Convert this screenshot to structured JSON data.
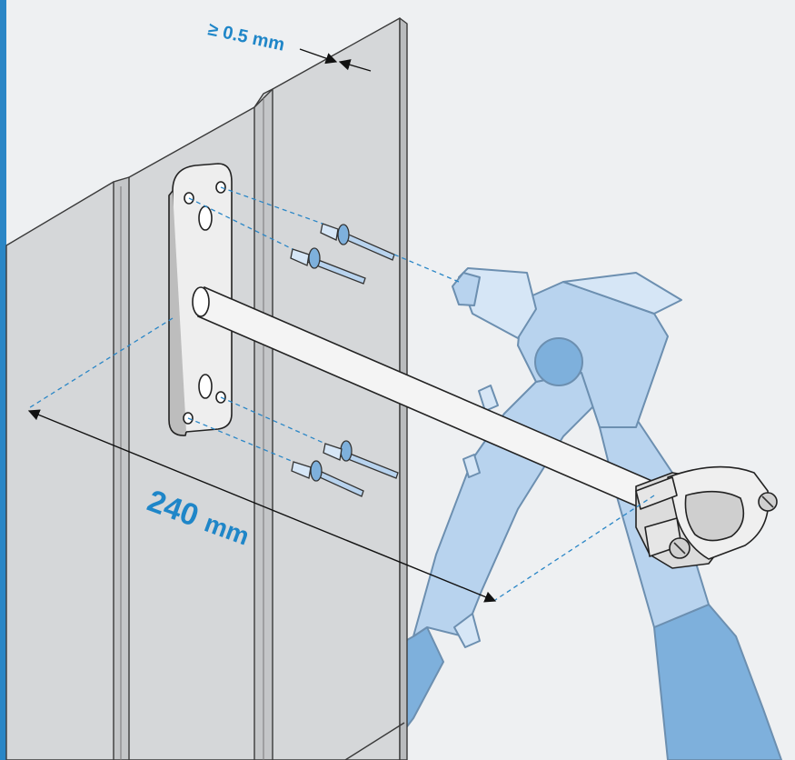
{
  "labels": {
    "thickness": "≥ 0.5 mm",
    "length_value": "240",
    "length_unit": "mm"
  },
  "colors": {
    "background": "#eef0f2",
    "frame": "#2a86c6",
    "accent": "#1f86c8",
    "panel": "#d5d7d9",
    "outline": "#3a3a3a",
    "tool_fill": "#b8d3ee",
    "tool_dark": "#7eb0dc",
    "tool_light": "#d6e6f6"
  }
}
